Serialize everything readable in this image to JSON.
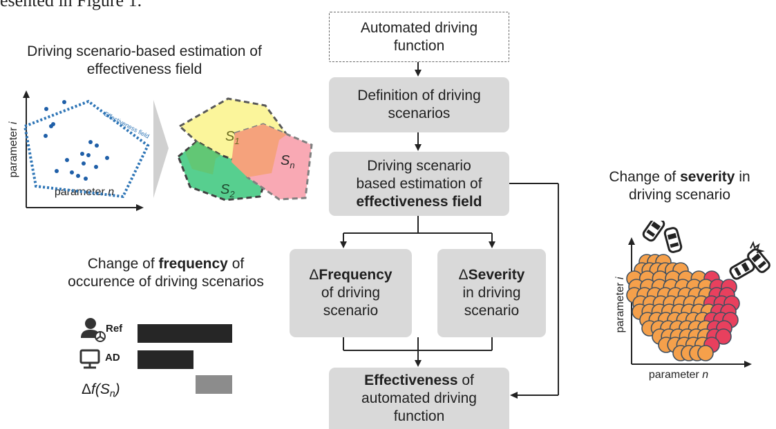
{
  "caption_top": "esented in Figure 1.",
  "left": {
    "estimation_title_line1": "Driving scenario-based estimation of",
    "estimation_title_line2": "effectiveness field",
    "plot": {
      "y_label_prefix": "parameter ",
      "y_label_var": "i",
      "x_label_prefix": "parameter ",
      "x_label_var": "n",
      "field_label": "Effectiveness field"
    },
    "scenario_labels": {
      "s1": "S",
      "s1_sub": "1",
      "s2": "S",
      "s2_sub": "2",
      "sn": "S",
      "sn_sub": "n"
    },
    "frequency_title_line1_a": "Change of ",
    "frequency_title_line1_b": "frequency",
    "frequency_title_line1_c": " of",
    "frequency_title_line2": "occurence of driving scenarios",
    "bars": {
      "ref_label": "Ref",
      "ad_label": "AD",
      "delta_label_prefix": "Δ",
      "delta_label_f": "f(S",
      "delta_label_sub": "n",
      "delta_label_suffix": ")",
      "ref_value": 1.0,
      "ad_value": 0.59,
      "delta_value": 0.39,
      "ref_color": "#262626",
      "ad_color": "#262626",
      "delta_color": "#8c8c8c"
    }
  },
  "flow": {
    "automated_function_line1": "Automated driving",
    "automated_function_line2": "function",
    "definition_line1": "Definition of driving",
    "definition_line2": "scenarios",
    "estimation_line1": "Driving scenario",
    "estimation_line2": "based estimation of",
    "estimation_line3": "effectiveness field",
    "frequency_line1_prefix": "Δ",
    "frequency_line1": "Frequency",
    "frequency_line2": "of driving",
    "frequency_line3": "scenario",
    "severity_line1_prefix": "Δ",
    "severity_line1": "Severity",
    "severity_line2": "in driving",
    "severity_line3": "scenario",
    "effectiveness_line1_bold": "Effectiveness",
    "effectiveness_line1_rest": " of",
    "effectiveness_line2": "automated driving",
    "effectiveness_line3": "function"
  },
  "right": {
    "severity_title_line1_a": "Change of ",
    "severity_title_line1_b": "severity",
    "severity_title_line1_c": " in",
    "severity_title_line2": "driving scenario",
    "plot": {
      "y_label_prefix": "parameter ",
      "y_label_var": "i",
      "x_label_prefix": "parameter ",
      "x_label_var": "n"
    }
  },
  "colors": {
    "box_fill": "#d9d9d9",
    "dot_blue": "#1f5fa8",
    "field_blue": "#2e75b6",
    "s1_yellow": "#fbf59b",
    "s2_green": "#4fcf8e",
    "sn_pink": "#f9a9b4",
    "overlap_orange": "#f5a27c",
    "circle_orange": "#f5a04b",
    "circle_red": "#e8405e"
  }
}
